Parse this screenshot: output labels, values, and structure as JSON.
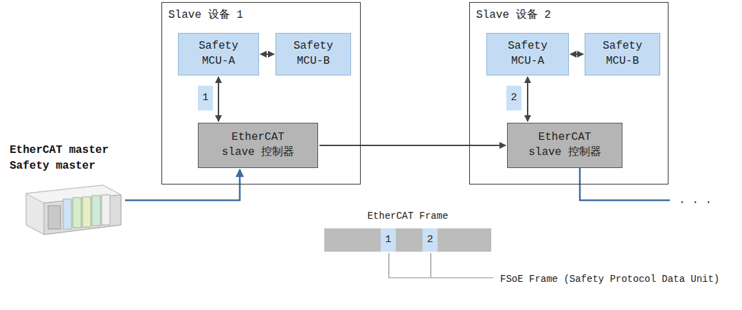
{
  "diagram": {
    "nodes": [
      {
        "text": [
          "Slave 设备 1"
        ]
      },
      {
        "text": [
          "Safety MCU-A"
        ],
        "in": 0
      },
      {
        "text": [
          "Safety MCU-B"
        ],
        "in": 0
      },
      {
        "text": [
          "1"
        ],
        "in": 0
      },
      {
        "text": [
          "EtherCAT slave 控制器"
        ],
        "in": 0
      },
      {
        "text": [
          "Slave 设备 2"
        ]
      },
      {
        "text": [
          "Safety MCU-A"
        ],
        "in": 5
      },
      {
        "text": [
          "Safety MCU-B"
        ],
        "in": 5
      },
      {
        "text": [
          "2"
        ],
        "in": 5
      },
      {
        "text": [
          "EtherCAT slave 控制器"
        ],
        "in": 5
      },
      {
        "text": [
          "EtherCAT Frame"
        ]
      },
      {
        "text": [
          "1"
        ],
        "in": 10
      },
      {
        "text": [
          "2"
        ],
        "in": 10
      }
    ],
    "edges": [
      {
        "from": 1,
        "to": 2,
        "arrow": "both"
      },
      {
        "from": 1,
        "to": 4,
        "arrow": "both"
      },
      {
        "from": 6,
        "to": 7,
        "arrow": "both"
      },
      {
        "from": 6,
        "to": 9,
        "arrow": "both"
      },
      {
        "from": 4,
        "to": 9,
        "arrow": "to"
      }
    ],
    "labels": [
      "EtherCAT master Safety master",
      ". . .",
      "FSoE Frame (Safety Protocol Data Unit)"
    ]
  }
}
